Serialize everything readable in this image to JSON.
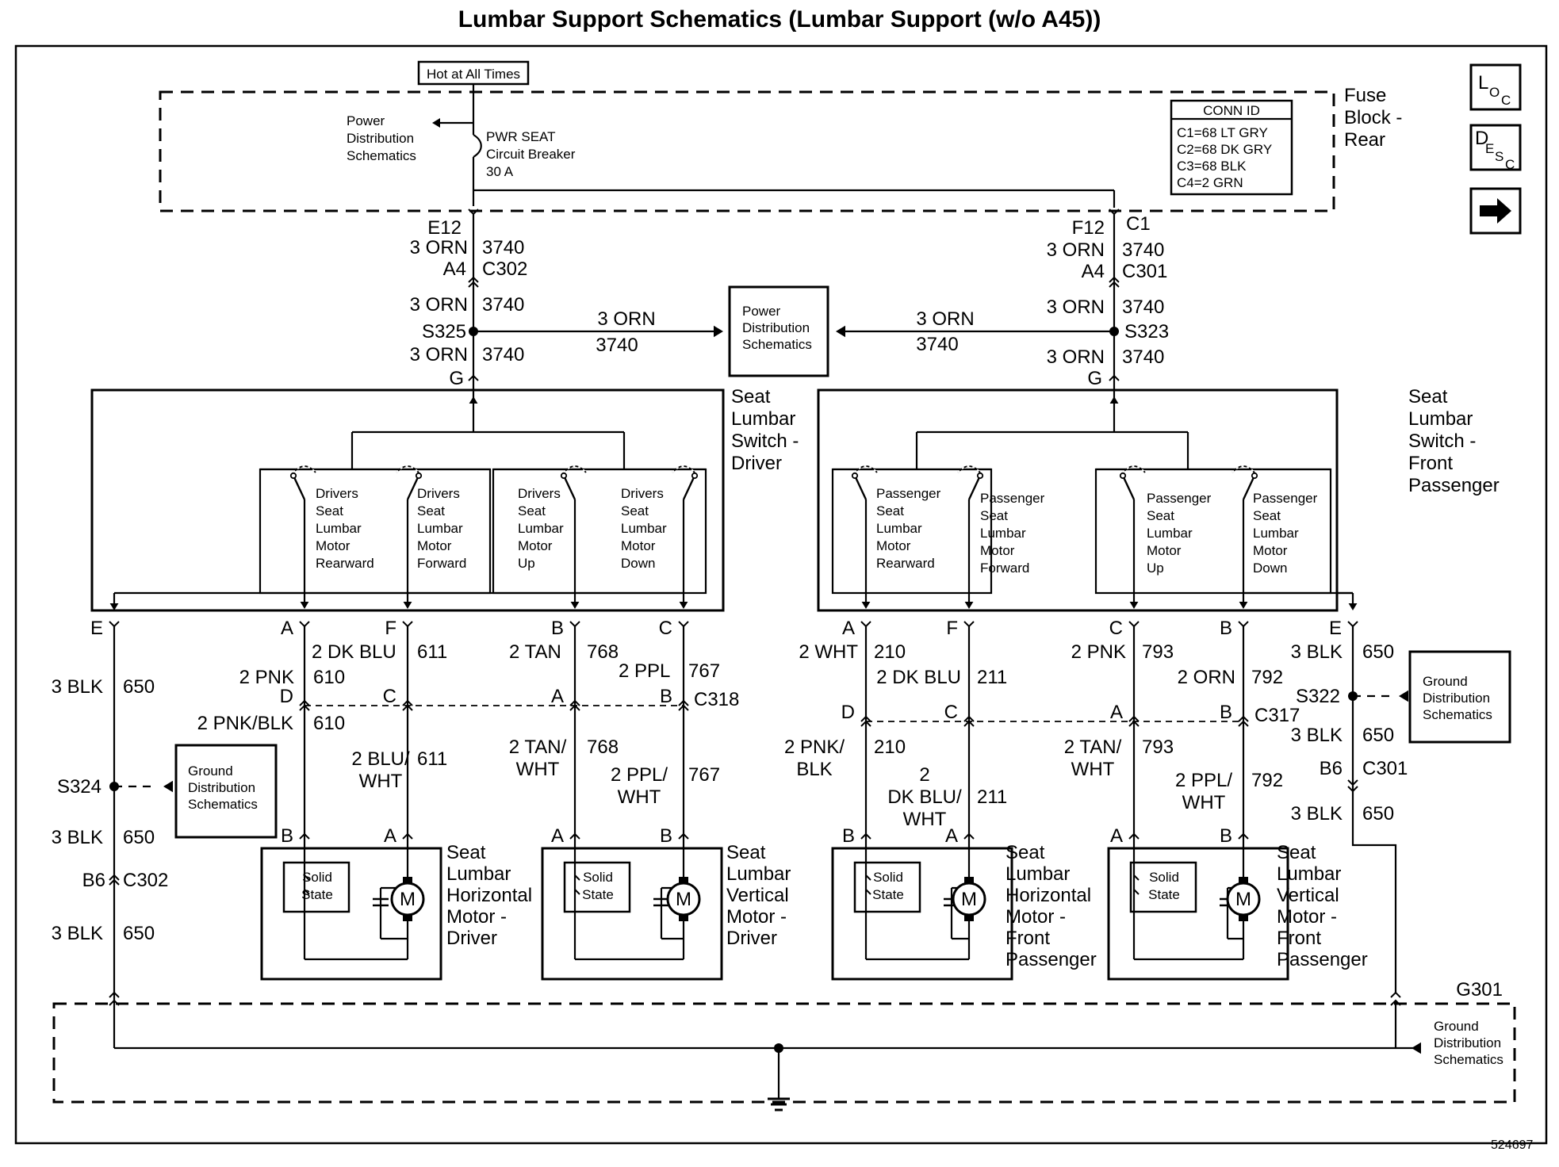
{
  "title": "Lumbar Support Schematics (Lumbar Support (w/o A45))",
  "figure_id": "524697",
  "nav": {
    "loc": "LOC",
    "desc": "DESC",
    "next_icon": "right-arrow-icon"
  },
  "fuse_block": {
    "hot_label": "Hot at All Times",
    "name": [
      "Fuse",
      "Block -",
      "Rear"
    ],
    "breaker": [
      "PWR SEAT",
      "Circuit Breaker",
      "30 A"
    ],
    "pds": [
      "Power",
      "Distribution",
      "Schematics"
    ],
    "conn_id_title": "CONN ID",
    "conn_ids": [
      "C1=68 LT GRY",
      "C2=68 DK GRY",
      "C3=68 BLK",
      "C4=2 GRN"
    ]
  },
  "upper": {
    "E12": "E12",
    "F12": "F12",
    "C1": "C1",
    "orn": "3 ORN",
    "c3740": "3740",
    "A4": "A4",
    "C302": "C302",
    "C301": "C301",
    "S325": "S325",
    "S323": "S323",
    "G": "G",
    "pds_box": [
      "Power",
      "Distribution",
      "Schematics"
    ]
  },
  "driver_switch": {
    "name": [
      "Seat",
      "Lumbar",
      "Switch -",
      "Driver"
    ],
    "contacts": [
      [
        "Drivers",
        "Seat",
        "Lumbar",
        "Motor",
        "Rearward"
      ],
      [
        "Drivers",
        "Seat",
        "Lumbar",
        "Motor",
        "Forward"
      ],
      [
        "Drivers",
        "Seat",
        "Lumbar",
        "Motor",
        "Up"
      ],
      [
        "Drivers",
        "Seat",
        "Lumbar",
        "Motor",
        "Down"
      ]
    ]
  },
  "pass_switch": {
    "name": [
      "Seat",
      "Lumbar",
      "Switch -",
      "Front",
      "Passenger"
    ],
    "contacts": [
      [
        "Passenger",
        "Seat",
        "Lumbar",
        "Motor",
        "Rearward"
      ],
      [
        "Passenger",
        "Seat",
        "Lumbar",
        "Motor",
        "Forward"
      ],
      [
        "Passenger",
        "Seat",
        "Lumbar",
        "Motor",
        "Up"
      ],
      [
        "Passenger",
        "Seat",
        "Lumbar",
        "Motor",
        "Down"
      ]
    ]
  },
  "driver_wires": {
    "pins_top": [
      "E",
      "A",
      "F",
      "B",
      "C"
    ],
    "w1": [
      "3 BLK",
      "650"
    ],
    "w2": [
      "2 PNK",
      "610"
    ],
    "w2b": [
      "2 PNK/BLK",
      "610"
    ],
    "w3": [
      "2 DK BLU",
      "611"
    ],
    "w3b": [
      "2 BLU/",
      "WHT",
      "611"
    ],
    "w4": [
      "2 TAN",
      "768"
    ],
    "w4b": [
      "2 TAN/",
      "WHT",
      "768"
    ],
    "w5": [
      "2 PPL",
      "767"
    ],
    "w5b": [
      "2 PPL/",
      "WHT",
      "767"
    ],
    "c318_pins": [
      "D",
      "C",
      "A",
      "B"
    ],
    "C318": "C318",
    "S324": "S324",
    "blk650": [
      "3 BLK",
      "650"
    ],
    "B6": "B6",
    "C302": "C302",
    "gds": [
      "Ground",
      "Distribution",
      "Schematics"
    ],
    "motor_pins": [
      "B",
      "A",
      "B",
      "A",
      "B"
    ]
  },
  "pass_wires": {
    "pins_top": [
      "A",
      "F",
      "C",
      "B",
      "E"
    ],
    "w1": [
      "2 WHT",
      "210"
    ],
    "w1b": [
      "2 PNK/",
      "BLK",
      "210"
    ],
    "w2": [
      "2 DK BLU",
      "211"
    ],
    "w2b": [
      "2",
      "DK BLU/",
      "WHT",
      "211"
    ],
    "w3": [
      "2 PNK",
      "793"
    ],
    "w3b": [
      "2 TAN/",
      "WHT",
      "793"
    ],
    "w4": [
      "2 ORN",
      "792"
    ],
    "w4b": [
      "2 PPL/",
      "WHT",
      "792"
    ],
    "w5": [
      "3 BLK",
      "650"
    ],
    "c317_pins": [
      "D",
      "C",
      "A",
      "B"
    ],
    "C317": "C317",
    "S322": "S322",
    "B6": "B6",
    "C301": "C301",
    "gds": [
      "Ground",
      "Distribution",
      "Schematics"
    ],
    "motor_pins": [
      "B",
      "A",
      "A",
      "B"
    ]
  },
  "motors": [
    {
      "name": [
        "Seat",
        "Lumbar",
        "Horizontal",
        "Motor -",
        "Driver"
      ]
    },
    {
      "name": [
        "Seat",
        "Lumbar",
        "Vertical",
        "Motor -",
        "Driver"
      ]
    },
    {
      "name": [
        "Seat",
        "Lumbar",
        "Horizontal",
        "Motor -",
        "Front",
        "Passenger"
      ]
    },
    {
      "name": [
        "Seat",
        "Lumbar",
        "Vertical",
        "Motor -",
        "Front",
        "Passenger"
      ]
    }
  ],
  "solid_state": [
    "Solid",
    "State"
  ],
  "motor_symbol": "M",
  "ground": {
    "id": "G301",
    "gds": [
      "Ground",
      "Distribution",
      "Schematics"
    ]
  }
}
